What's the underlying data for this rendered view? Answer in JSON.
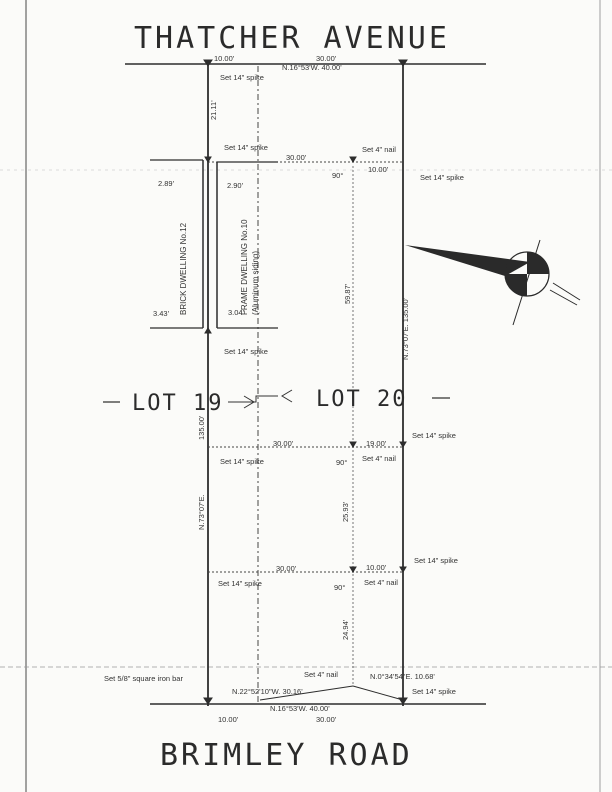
{
  "streets": {
    "top": "THATCHER AVENUE",
    "bottom": "BRIMLEY ROAD"
  },
  "lots": {
    "left": "LOT 19",
    "right": "LOT 20"
  },
  "dwellings": {
    "brick": "BRICK DWELLING No.12",
    "frame": "FRAME DWELLING No.10",
    "frame_note": "(Aluminum siding)"
  },
  "dimensions": {
    "top_left_width": "10.00'",
    "top_right_width": "30.00'",
    "top_bearing": "N.16°53'W. 40.00'",
    "top_offset": "21.11'",
    "row1_left": "30.00'",
    "row1_right": "10.00'",
    "angle": "90°",
    "gap_upper": "2.89'",
    "wall_upper": "2.90'",
    "gap_lower": "3.43'",
    "wall_lower": "3.04'",
    "mid_depth": "59.87'",
    "right_bearing": "N.73°07'E. 135.00'",
    "left_lot_depth": "135.00'",
    "left_bearing": "N.73°07'E.",
    "row2_left": "30.00'",
    "row2_right": "19.00'",
    "depth_25": "25.93'",
    "row3_left": "30.00'",
    "row3_right": "10.00'",
    "depth_24": "24.94'",
    "bottom_bearing_diag": "N.22°52'10\"W. 30.16'",
    "bottom_bearing_short": "N.0°34'54\"E. 10.68'",
    "bottom_bearing": "N.16°53'W. 40.00'",
    "bottom_left_width": "10.00'",
    "bottom_right_width": "30.00'"
  },
  "markers": {
    "spike": "Set 14\" spike",
    "nail": "Set 4\" nail",
    "iron_bar": "Set 5/8\" square iron bar"
  }
}
